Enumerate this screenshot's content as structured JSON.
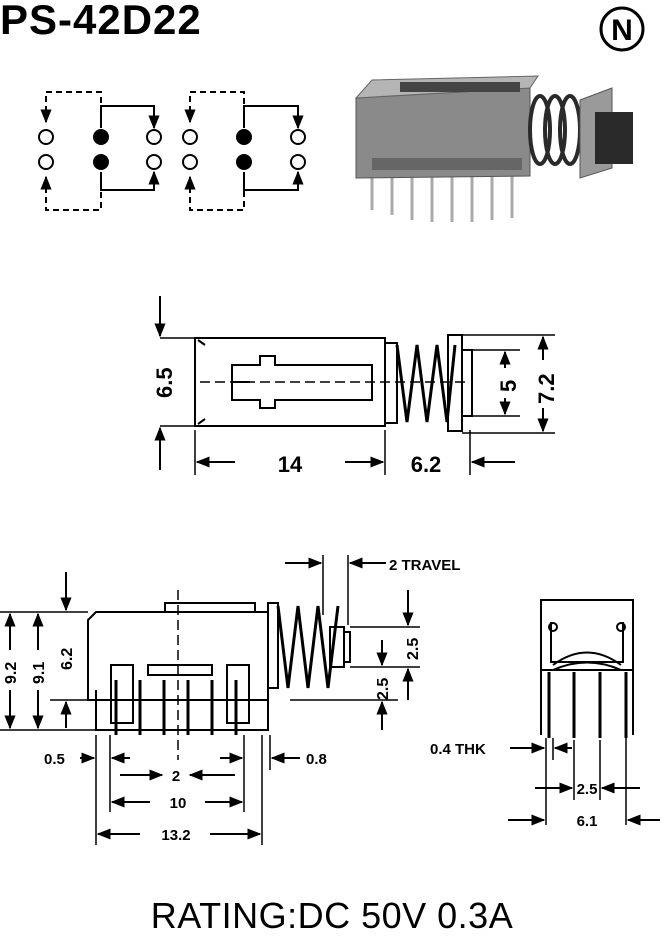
{
  "title": "PS-42D22",
  "logo_letter": "N",
  "rating": "RATING:DC 50V 0.3A",
  "top_view": {
    "dim_height": "6.5",
    "dim_body_length": "14",
    "dim_spring_length": "6.2",
    "dim_button": "5",
    "dim_button_total": "7.2"
  },
  "side_view": {
    "travel": "2 TRAVEL",
    "dim_button_height": "2.5",
    "dim_button_offset": "2.5",
    "dim_total_height": "9.2",
    "dim_body_height": "9.1",
    "dim_pin_height": "6.2",
    "dim_left_margin": "0.5",
    "dim_right_margin": "0.8",
    "dim_pitch": "2",
    "dim_pin_span": "10",
    "dim_total_width": "13.2"
  },
  "end_view": {
    "thickness": "0.4 THK",
    "dim_pitch": "2.5",
    "dim_width": "6.1"
  },
  "colors": {
    "ink": "#000000",
    "photo_body": "#8a8a8a",
    "photo_dark": "#2a2a2a"
  }
}
